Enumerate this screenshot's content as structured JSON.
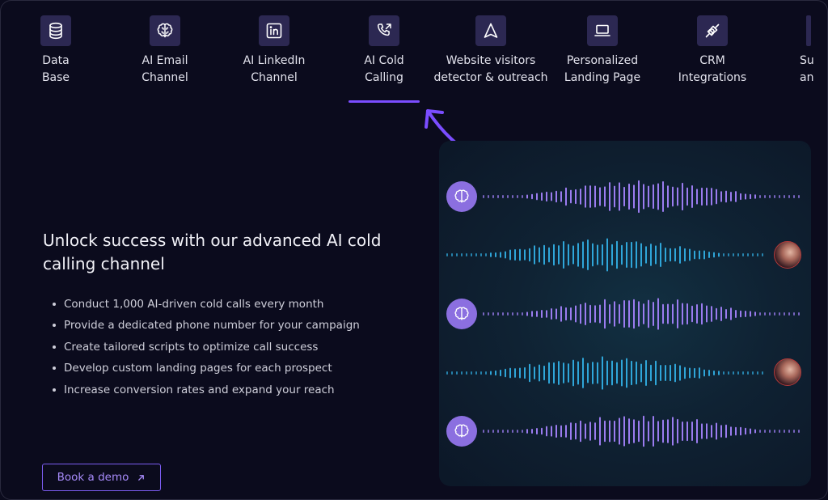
{
  "nav": {
    "tabs": [
      {
        "label": "Data\nBase",
        "icon": "database-icon"
      },
      {
        "label": "AI Email\nChannel",
        "icon": "brain-icon"
      },
      {
        "label": "AI LinkedIn\nChannel",
        "icon": "linkedin-icon"
      },
      {
        "label": "AI Cold\nCalling",
        "icon": "phone-call-icon",
        "active": true
      },
      {
        "label": "Website visitors\ndetector & outreach",
        "icon": "navigation-icon"
      },
      {
        "label": "Personalized\nLanding Page",
        "icon": "laptop-icon"
      },
      {
        "label": "CRM\nIntegrations",
        "icon": "plug-icon"
      },
      {
        "label": "Su\nan",
        "icon": "partial-icon"
      }
    ]
  },
  "main": {
    "headline": "Unlock success with our advanced AI cold calling channel",
    "bullets": [
      "Conduct 1,000 AI-driven cold calls every month",
      "Provide a dedicated phone number for your campaign",
      "Create tailored scripts to optimize call success",
      "Develop custom landing pages for each prospect",
      "Increase conversion rates and expand your reach"
    ],
    "cta_label": "Book a demo"
  },
  "colors": {
    "background": "#0b0b1d",
    "accent": "#7b4dff",
    "ai_wave": "#9b7cf0",
    "human_wave": "#2fa6d9"
  }
}
